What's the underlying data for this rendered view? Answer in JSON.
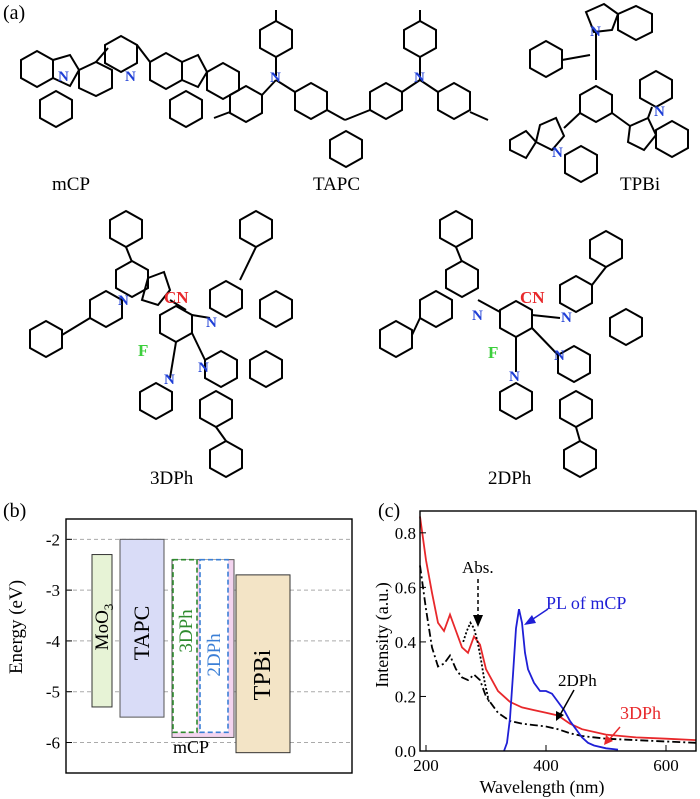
{
  "panels": {
    "a": {
      "label": "(a)"
    },
    "b": {
      "label": "(b)"
    },
    "c": {
      "label": "(c)"
    }
  },
  "molecules": [
    {
      "name": "mCP"
    },
    {
      "name": "TAPC"
    },
    {
      "name": "TPBi"
    },
    {
      "name": "3DPh"
    },
    {
      "name": "2DPh"
    }
  ],
  "atoms": {
    "N": "N",
    "CN": "CN",
    "F": "F"
  },
  "energy_chart": {
    "ylabel": "Energy (eV)",
    "yticks": [
      "-2",
      "-3",
      "-4",
      "-5",
      "-6"
    ],
    "layers": [
      {
        "name": "MoO3",
        "top": -2.3,
        "bottom": -5.3,
        "color": "#e7f3d6",
        "border": "#333333"
      },
      {
        "name": "TAPC",
        "top": -2.0,
        "bottom": -5.5,
        "color": "#d9dcf7",
        "border": "#555555"
      },
      {
        "name": "mCP",
        "top": -2.4,
        "bottom": -5.9,
        "color": "#f3d4ef",
        "border": "#555555"
      },
      {
        "name": "3DPh",
        "top": -2.4,
        "bottom": -5.8,
        "color": "#ffffff",
        "border": "#2e8b2e"
      },
      {
        "name": "2DPh",
        "top": -2.4,
        "bottom": -5.8,
        "color": "#ffffff",
        "border": "#3b7fd6"
      },
      {
        "name": "TPBi",
        "top": -2.7,
        "bottom": -6.2,
        "color": "#f3e4c6",
        "border": "#333333"
      }
    ],
    "mcp_label": "mCP",
    "moo3_main": "MoO",
    "moo3_sub": "3"
  },
  "chart_data": {
    "type": "line",
    "xlabel": "Wavelength (nm)",
    "ylabel": "Intensity (a.u.)",
    "xlim": [
      190,
      650
    ],
    "ylim": [
      0,
      0.88
    ],
    "xticks": [
      "200",
      "400",
      "600"
    ],
    "yticks": [
      "0.0",
      "0.2",
      "0.4",
      "0.6",
      "0.8"
    ],
    "annotations": [
      "Abs.",
      "PL of mCP",
      "2DPh",
      "3DPh"
    ],
    "series": [
      {
        "name": "3DPh",
        "color": "#e8282b",
        "style": "solid",
        "x": [
          190,
          200,
          210,
          220,
          230,
          240,
          250,
          260,
          270,
          280,
          290,
          300,
          320,
          340,
          360,
          380,
          400,
          420,
          440,
          460,
          500,
          550,
          600,
          650
        ],
        "y": [
          0.86,
          0.7,
          0.58,
          0.47,
          0.44,
          0.5,
          0.44,
          0.38,
          0.36,
          0.42,
          0.39,
          0.3,
          0.22,
          0.18,
          0.16,
          0.15,
          0.14,
          0.13,
          0.1,
          0.08,
          0.06,
          0.05,
          0.045,
          0.04
        ]
      },
      {
        "name": "2DPh",
        "color": "#000000",
        "style": "dashdot",
        "x": [
          190,
          200,
          210,
          220,
          230,
          240,
          250,
          260,
          270,
          280,
          290,
          300,
          320,
          340,
          360,
          380,
          400,
          420,
          440,
          460,
          500,
          550,
          600,
          650
        ],
        "y": [
          0.68,
          0.52,
          0.38,
          0.31,
          0.32,
          0.35,
          0.3,
          0.27,
          0.26,
          0.28,
          0.26,
          0.2,
          0.14,
          0.11,
          0.1,
          0.095,
          0.09,
          0.08,
          0.065,
          0.055,
          0.045,
          0.04,
          0.035,
          0.03
        ]
      },
      {
        "name": "Abs.",
        "color": "#000000",
        "style": "dotted",
        "x": [
          262,
          268,
          274,
          280,
          286,
          292,
          298,
          305
        ],
        "y": [
          0.4,
          0.44,
          0.47,
          0.45,
          0.4,
          0.33,
          0.25,
          0.18
        ]
      },
      {
        "name": "PL of mCP",
        "color": "#1f1fd6",
        "style": "solid",
        "x": [
          330,
          335,
          340,
          345,
          350,
          355,
          360,
          365,
          370,
          380,
          390,
          400,
          410,
          420,
          430,
          440,
          450,
          460,
          470,
          480,
          500,
          520
        ],
        "y": [
          0.0,
          0.03,
          0.12,
          0.28,
          0.45,
          0.52,
          0.47,
          0.36,
          0.3,
          0.25,
          0.22,
          0.22,
          0.21,
          0.18,
          0.15,
          0.11,
          0.08,
          0.05,
          0.03,
          0.02,
          0.01,
          0.005
        ]
      }
    ]
  }
}
